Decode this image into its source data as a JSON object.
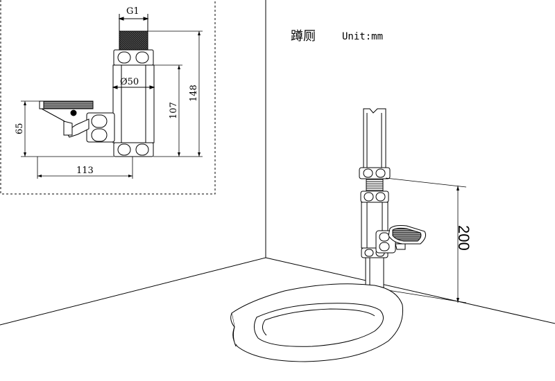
{
  "title": {
    "name": "蹲厕",
    "unit": "Unit:mm"
  },
  "detail_dimensions": {
    "thread": "G1",
    "diameter": "Ø50",
    "body_height": "107",
    "total_height": "148",
    "pedal_height": "65",
    "pedal_reach": "113"
  },
  "install_dimensions": {
    "valve_height": "200"
  },
  "colors": {
    "line": "#000000",
    "background": "#ffffff"
  }
}
